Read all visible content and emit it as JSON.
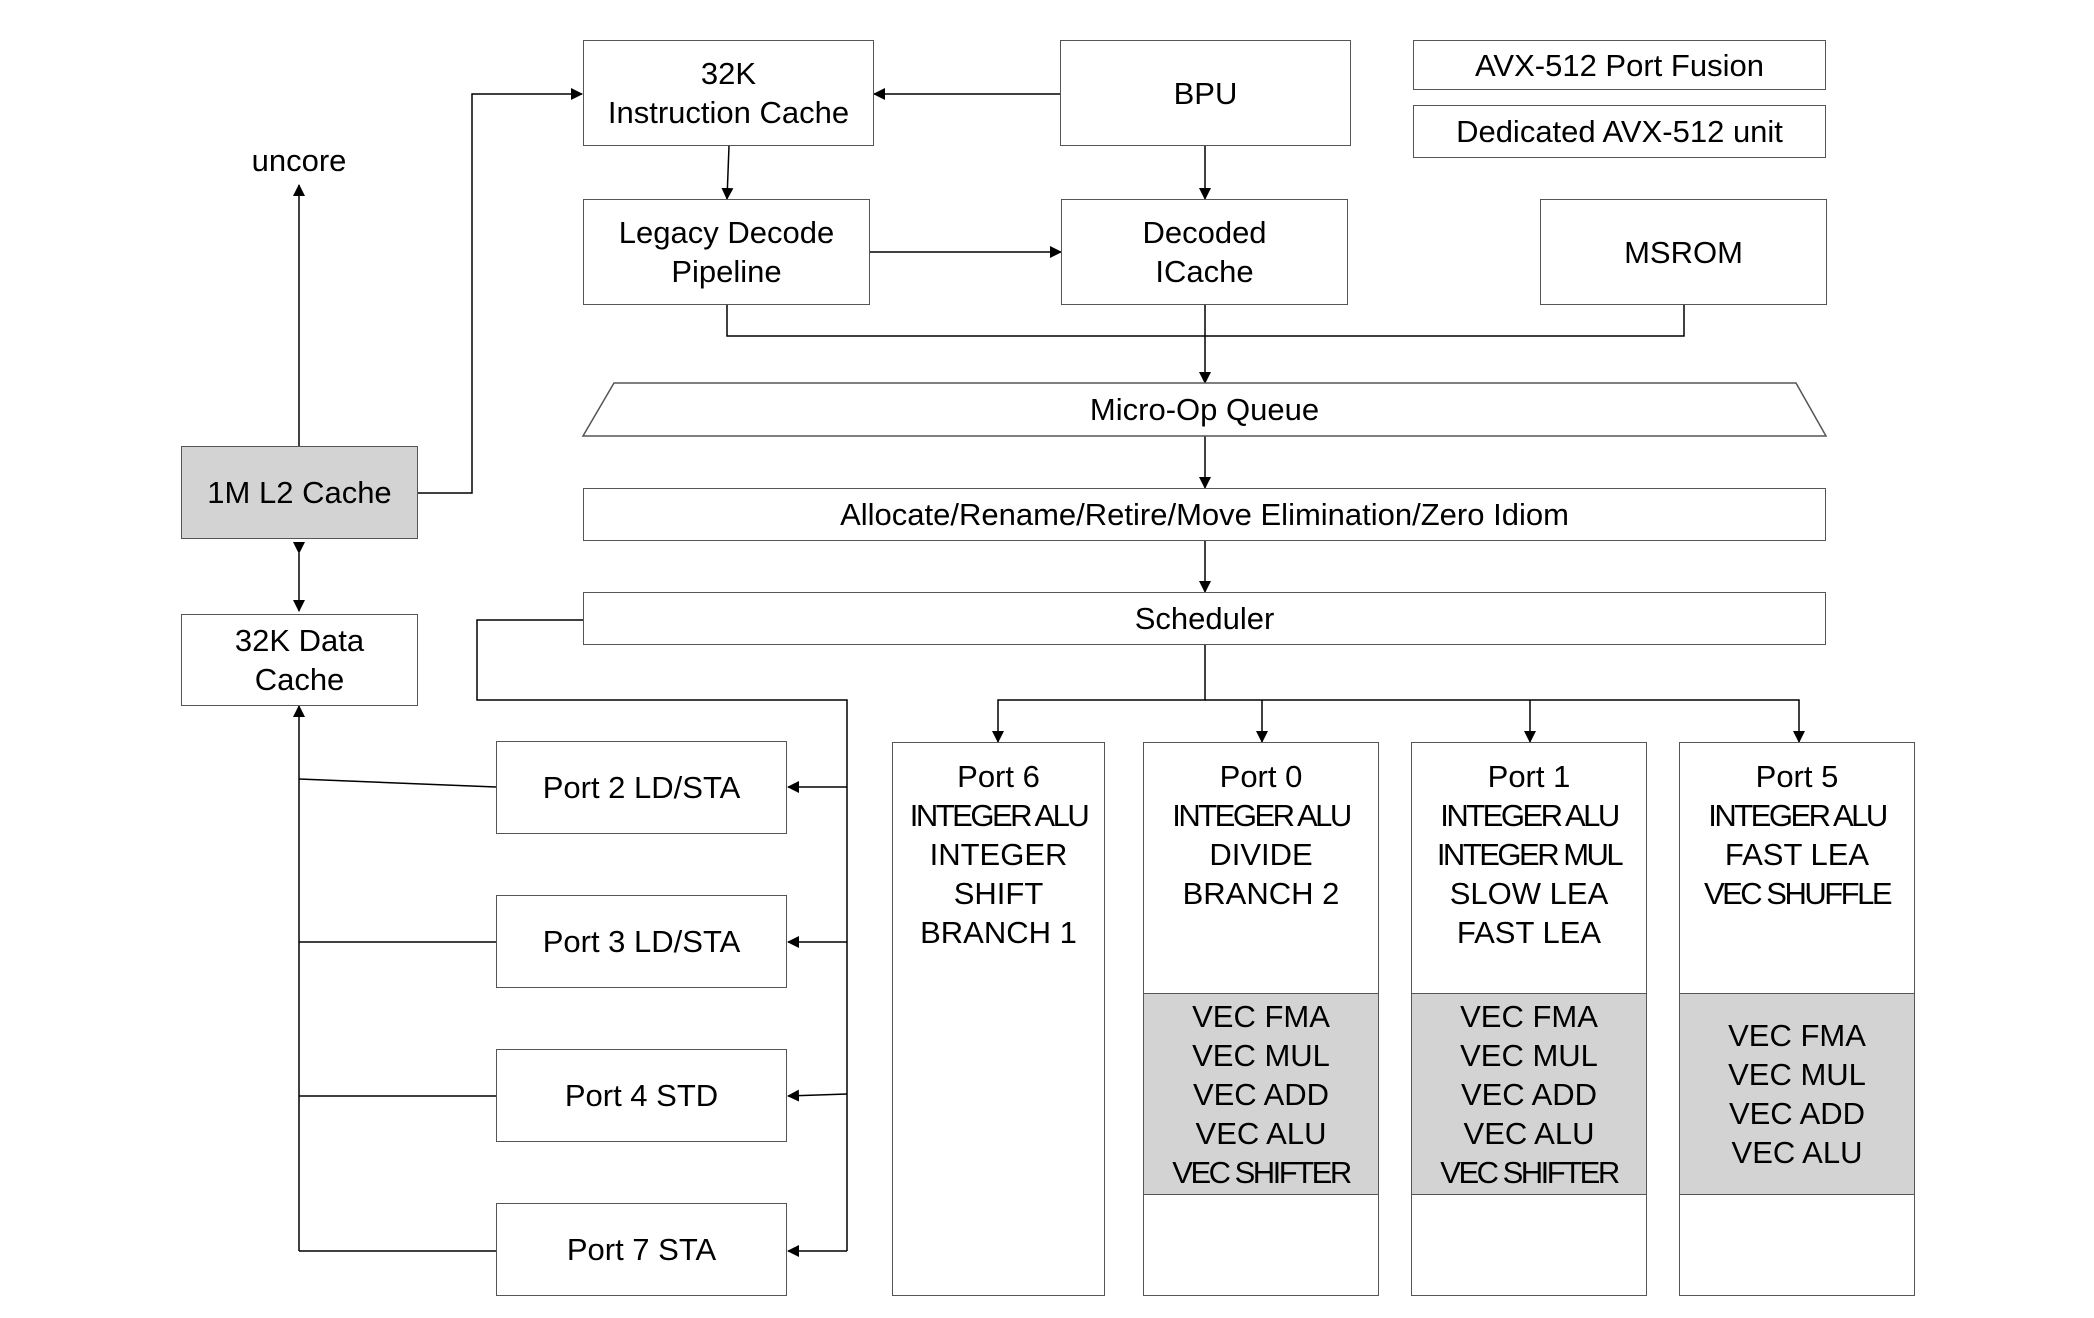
{
  "uncore_label": "uncore",
  "l2_cache": "1M L2 Cache",
  "data_cache": [
    "32K Data",
    "Cache"
  ],
  "instruction_cache": [
    "32K",
    "Instruction Cache"
  ],
  "bpu": "BPU",
  "legacy_decode": [
    "Legacy Decode",
    "Pipeline"
  ],
  "decoded_icache": [
    "Decoded",
    "ICache"
  ],
  "msrom": "MSROM",
  "legend": [
    "AVX-512 Port Fusion",
    "Dedicated AVX-512 unit"
  ],
  "micro_op_queue": "Micro-Op Queue",
  "allocate": "Allocate/Rename/Retire/Move Elimination/Zero Idiom",
  "scheduler": "Scheduler",
  "memory_ports": [
    "Port 2 LD/STA",
    "Port 3 LD/STA",
    "Port 4 STD",
    "Port 7 STA"
  ],
  "exec_ports": {
    "port6": {
      "title": "Port 6",
      "units": [
        "INTEGER ALU",
        "INTEGER",
        "SHIFT",
        "BRANCH 1"
      ]
    },
    "port0": {
      "title": "Port 0",
      "units": [
        "INTEGER ALU",
        "DIVIDE",
        "BRANCH 2"
      ],
      "vec_units": [
        "VEC FMA",
        "VEC MUL",
        "VEC ADD",
        "VEC ALU",
        "VEC SHIFTER"
      ]
    },
    "port1": {
      "title": "Port 1",
      "units": [
        "INTEGER ALU",
        "INTEGER MUL",
        "SLOW LEA",
        "FAST LEA"
      ],
      "vec_units": [
        "VEC FMA",
        "VEC MUL",
        "VEC ADD",
        "VEC ALU",
        "VEC SHIFTER"
      ]
    },
    "port5": {
      "title": "Port 5",
      "units": [
        "INTEGER ALU",
        "FAST LEA",
        "VEC SHUFFLE"
      ],
      "vec_units": [
        "VEC FMA",
        "VEC MUL",
        "VEC ADD",
        "VEC ALU"
      ]
    }
  }
}
